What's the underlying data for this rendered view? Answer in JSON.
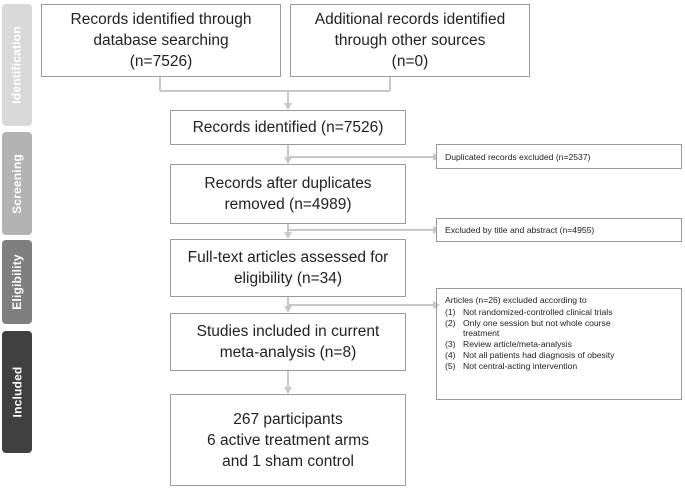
{
  "sidebar": {
    "identification": "Identification",
    "screening": "Screening",
    "eligibility": "Eligibility",
    "included": "Included"
  },
  "boxes": {
    "database": "Records identified through\ndatabase searching\n(n=7526)",
    "other_sources": "Additional records identified\nthrough other sources\n(n=0)",
    "identified": "Records identified (n=7526)",
    "after_duplicates": "Records after duplicates\nremoved (n=4989)",
    "fulltext": "Full-text articles assessed for\neligibility (n=34)",
    "included_studies": "Studies included in current\nmeta-analysis (n=8)",
    "participants": "267 participants\n6 active treatment arms\nand 1 sham control"
  },
  "notes": {
    "duplicates": "Duplicated records excluded (n=2537)",
    "title_abstract": "Excluded by title and abstract (n=4955)"
  },
  "exclusions": {
    "heading": "Articles (n=26) excluded according to",
    "items": [
      {
        "num": "(1)",
        "text": "Not randomized-controlled clinical trials"
      },
      {
        "num": "(2)",
        "text": "Only one session but not whole course treatment"
      },
      {
        "num": "(3)",
        "text": "Review article/meta-analysis"
      },
      {
        "num": "(4)",
        "text": "Not all patients had diagnosis of obesity"
      },
      {
        "num": "(5)",
        "text": "Not central-acting intervention"
      }
    ]
  },
  "colors": {
    "identification": "#d9d9d9",
    "screening": "#b3b3b3",
    "eligibility": "#7f7f7f",
    "included": "#404040",
    "line": "#c8c8c8",
    "border": "#9a9a9a"
  }
}
